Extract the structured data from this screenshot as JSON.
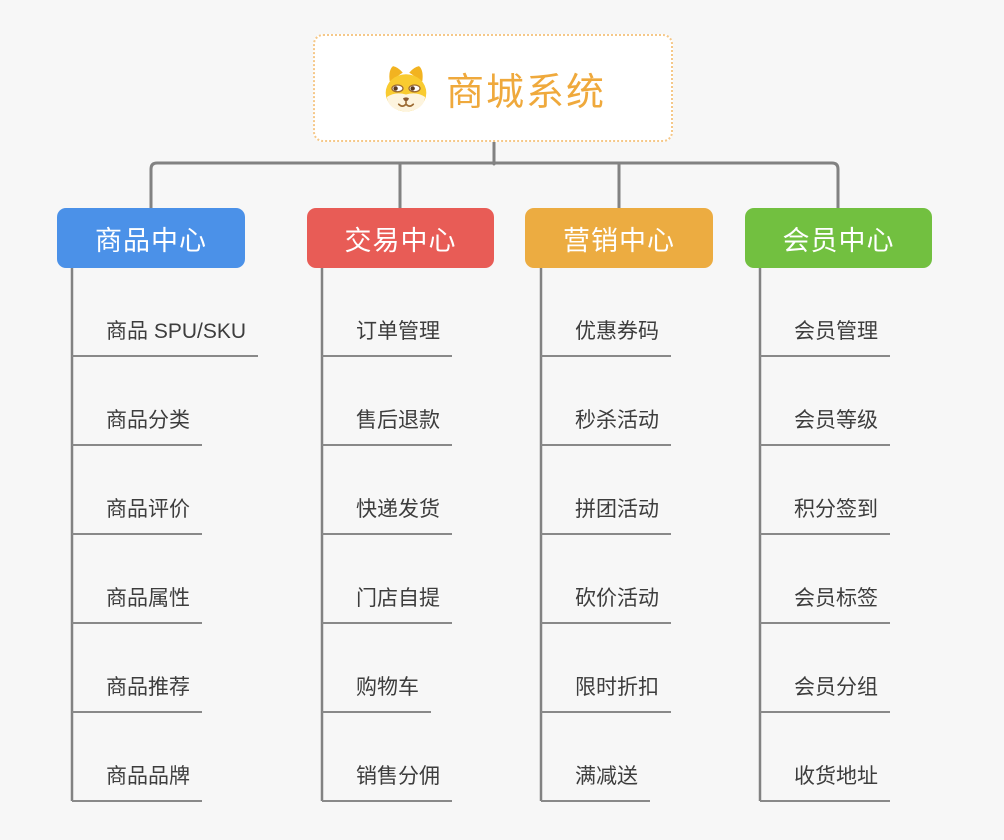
{
  "page": {
    "background": "#f7f7f7"
  },
  "lines": {
    "color": "#828282"
  },
  "root": {
    "title": "商城系统",
    "title_color": "#EFA93C",
    "border_color": "#F5C889",
    "icon": "dog-face-icon"
  },
  "branches": [
    {
      "label": "商品中心",
      "color": "#4B91E8",
      "children": [
        "商品 SPU/SKU",
        "商品分类",
        "商品评价",
        "商品属性",
        "商品推荐",
        "商品品牌"
      ]
    },
    {
      "label": "交易中心",
      "color": "#E85C56",
      "children": [
        "订单管理",
        "售后退款",
        "快递发货",
        "门店自提",
        "购物车",
        "销售分佣"
      ]
    },
    {
      "label": "营销中心",
      "color": "#ECAC41",
      "children": [
        "优惠券码",
        "秒杀活动",
        "拼团活动",
        "砍价活动",
        "限时折扣",
        "满减送"
      ]
    },
    {
      "label": "会员中心",
      "color": "#72C040",
      "children": [
        "会员管理",
        "会员等级",
        "积分签到",
        "会员标签",
        "会员分组",
        "收货地址"
      ]
    }
  ]
}
